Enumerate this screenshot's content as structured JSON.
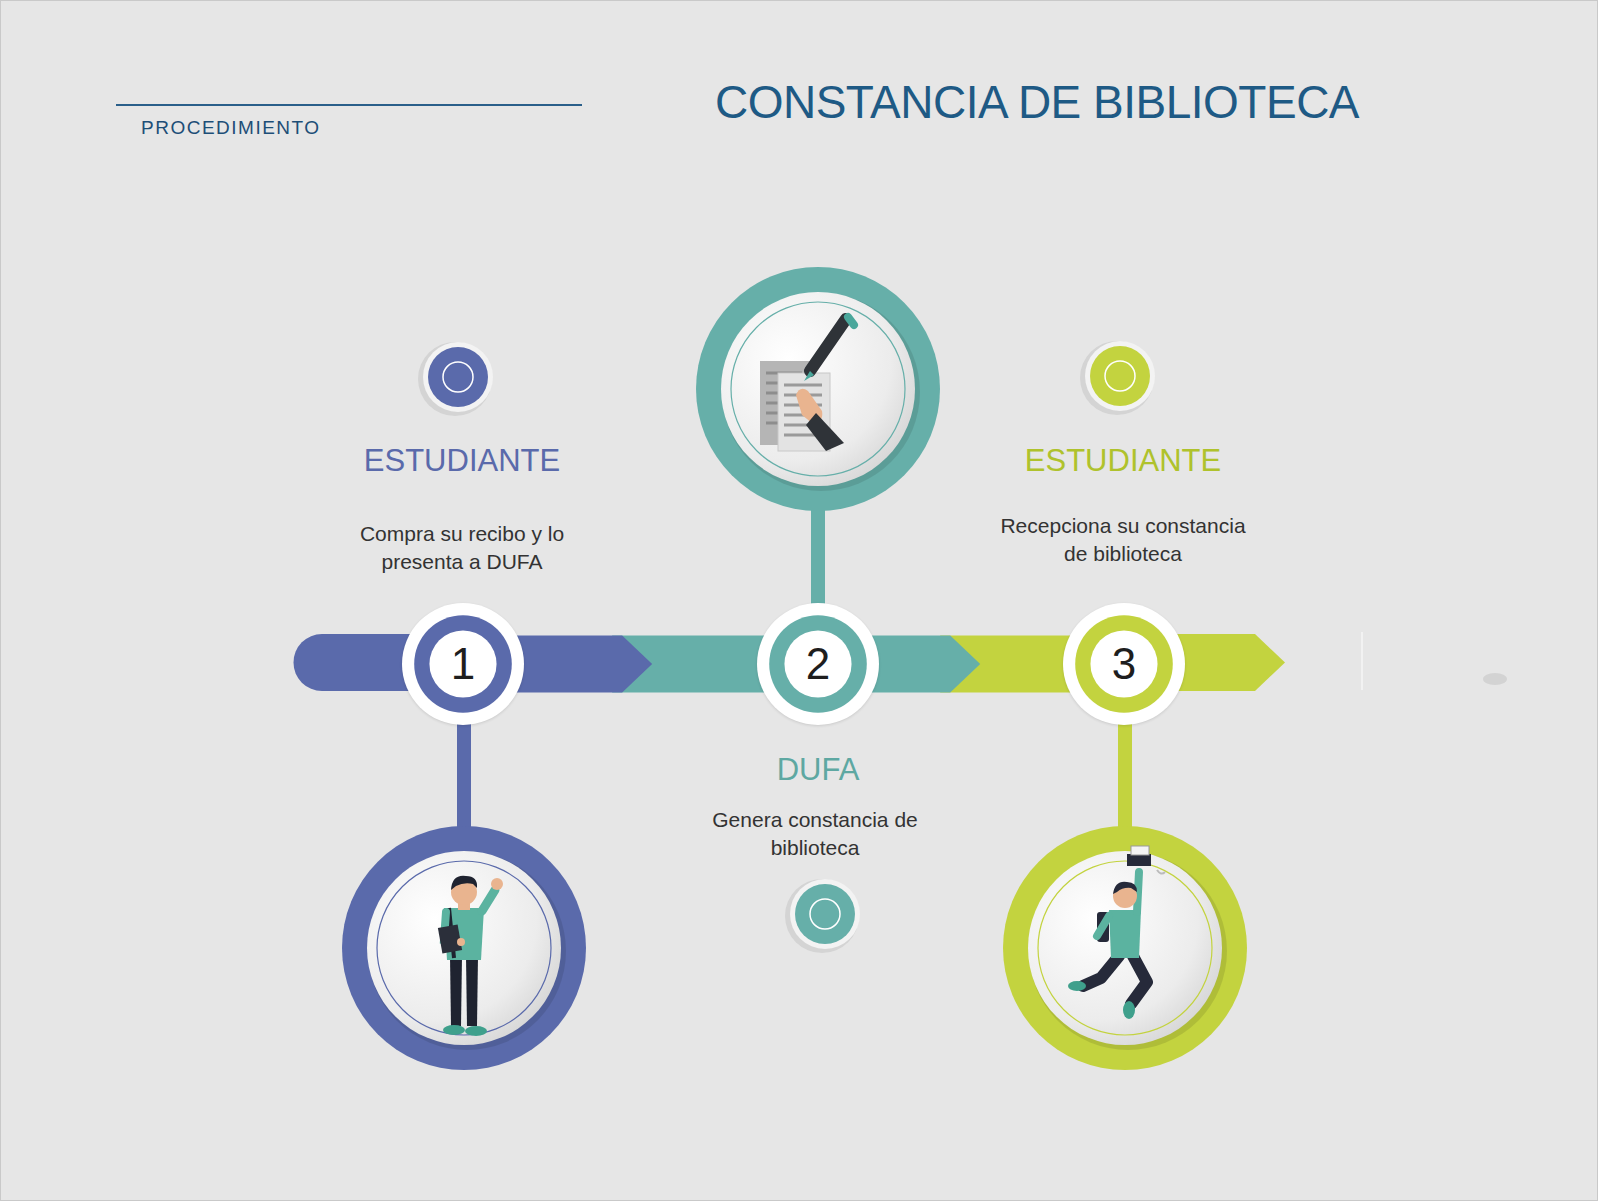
{
  "diagram": {
    "title": "CONSTANCIA DE BIBLIOTECA",
    "nodes": [
      {
        "text": [
          "1"
        ]
      },
      {
        "text": [
          "2"
        ]
      },
      {
        "text": [
          "3"
        ]
      }
    ],
    "edges": [
      {
        "from": 0,
        "to": 1,
        "arrow": "to"
      },
      {
        "from": 1,
        "to": 2,
        "arrow": "to"
      }
    ],
    "labels": [
      "PROCEDIMIENTO",
      "ESTUDIANTE",
      "Compra su recibo y lo presenta a DUFA",
      "DUFA",
      "Genera constancia de biblioteca",
      "ESTUDIANTE",
      "Recepciona su constancia de biblioteca"
    ]
  }
}
